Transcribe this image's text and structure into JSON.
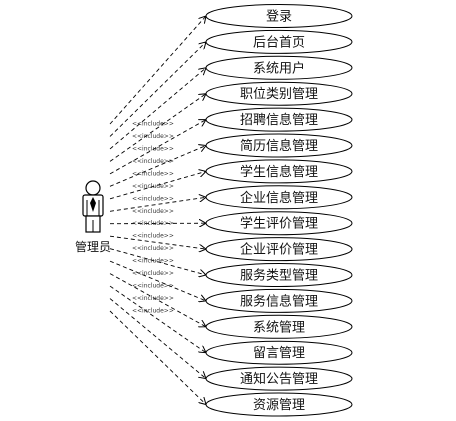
{
  "actor": {
    "label": "管理员"
  },
  "relation_label": "<<include>>",
  "use_cases": [
    "登录",
    "后台首页",
    "系统用户",
    "职位类别管理",
    "招聘信息管理",
    "简历信息管理",
    "学生信息管理",
    "企业信息管理",
    "学生评价管理",
    "企业评价管理",
    "服务类型管理",
    "服务信息管理",
    "系统管理",
    "留言管理",
    "通知公告管理",
    "资源管理"
  ]
}
